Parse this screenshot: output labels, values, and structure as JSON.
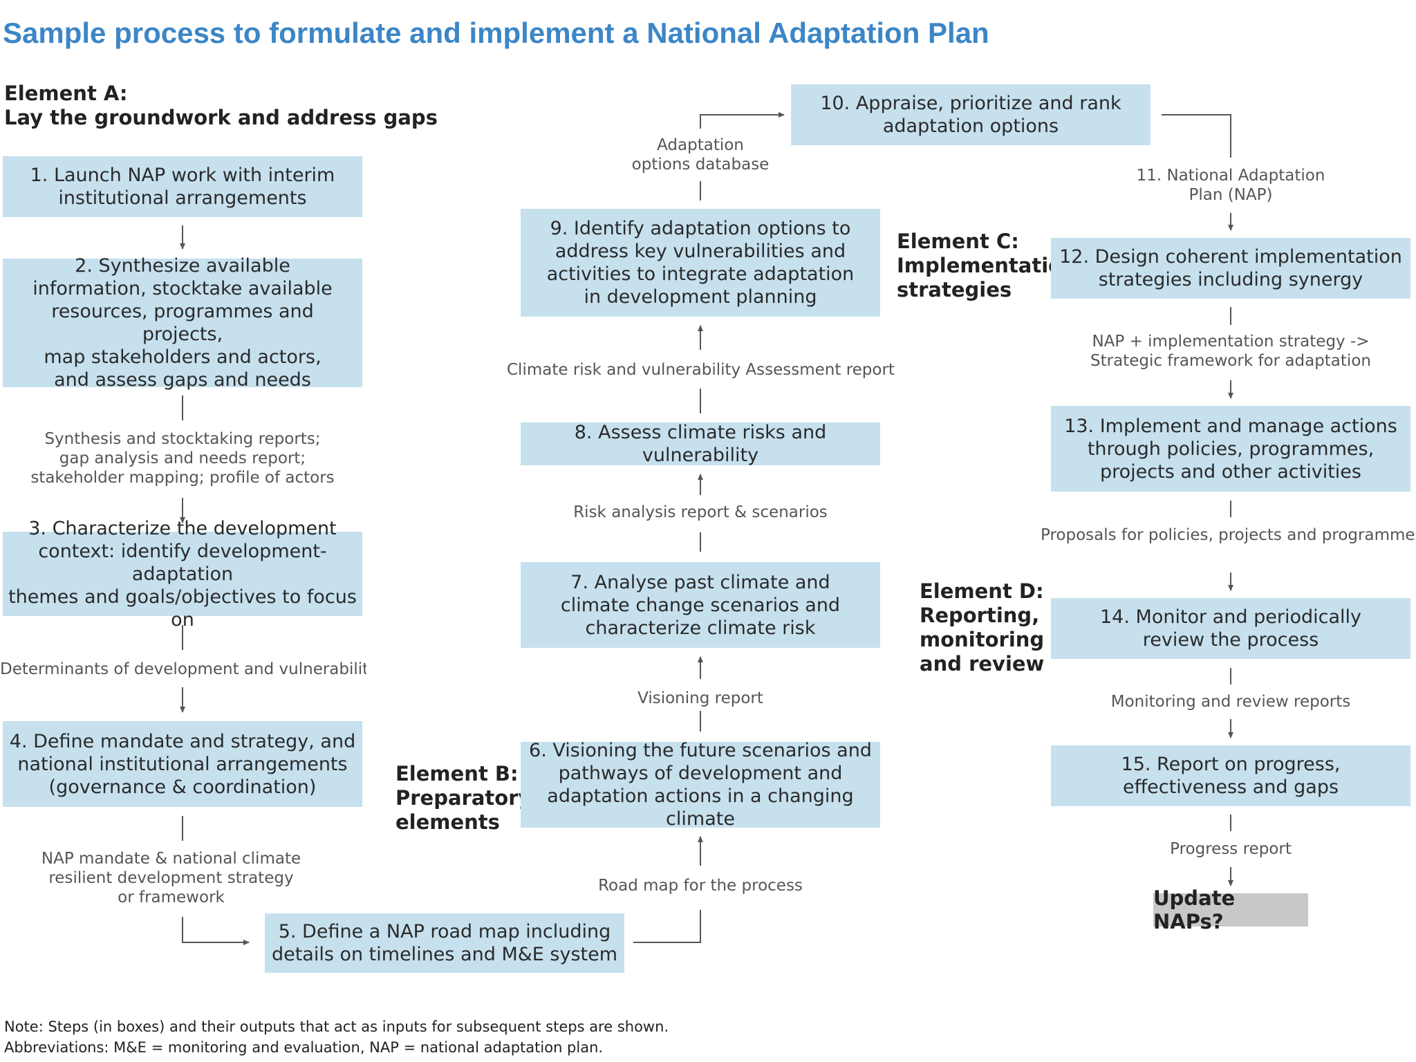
{
  "title": "Sample process to formulate and implement a National Adaptation Plan",
  "elements": {
    "a": "Element A:\nLay the groundwork and address gaps",
    "b": "Element B:\nPreparatory\nelements",
    "c": "Element C:\nImplementation\nstrategies",
    "d": "Element D:\nReporting,\nmonitoring\nand review"
  },
  "steps": {
    "s1": "1. Launch NAP work with interim\ninstitutional arrangements",
    "s2": "2. Synthesize available\ninformation, stocktake available\nresources, programmes and projects,\nmap stakeholders and actors,\nand assess gaps and needs",
    "s3": "3. Characterize the development\ncontext: identify development-adaptation\nthemes and goals/objectives to focus on",
    "s4": "4. Define mandate and strategy, and\nnational institutional arrangements\n(governance & coordination)",
    "s5": "5. Define a NAP road map including\ndetails on timelines and M&E system",
    "s6": "6. Visioning the future scenarios and\npathways of development and\nadaptation actions in a changing climate",
    "s7": "7. Analyse past climate and\nclimate change scenarios and\ncharacterize climate risk",
    "s8": "8. Assess climate risks and vulnerability",
    "s9": "9. Identify adaptation options to\naddress key vulnerabilities and\nactivities to integrate adaptation\nin development planning",
    "s10": "10. Appraise, prioritize and rank\nadaptation options",
    "s12": "12. Design coherent implementation\nstrategies including synergy",
    "s13": "13. Implement and manage actions\nthrough policies, programmes,\nprojects and other activities",
    "s14": "14. Monitor and periodically\nreview the process",
    "s15": "15. Report on progress,\neffectiveness and gaps",
    "update": "Update NAPs?"
  },
  "outputs": {
    "o2": "Synthesis and stocktaking reports;\ngap analysis and needs report;\nstakeholder mapping; profile of actors",
    "o3": "Determinants of  development and vulnerability",
    "o4": "NAP mandate & national climate\nresilient development strategy\nor framework",
    "o5": "Road map for the process",
    "o6": "Visioning report",
    "o7": "Risk analysis report & scenarios",
    "o8": "Climate risk and vulnerability Assessment report",
    "o9": "Adaptation\noptions database",
    "o10": "11. National Adaptation\nPlan (NAP)",
    "o12": "NAP + implementation strategy ->\nStrategic framework for adaptation",
    "o13": "Proposals for policies, projects and programmes;\nInstitutional capacity-building (readiness)",
    "o14": "Monitoring and review reports",
    "o15": "Progress report"
  },
  "note": {
    "line1": "Note: Steps (in boxes) and their outputs that act as inputs for subsequent steps are shown.",
    "line2": "Abbreviations: M&E = monitoring and evaluation, NAP = national adaptation plan."
  },
  "colors": {
    "title": "#3c86c6",
    "box": "#c6e0ee",
    "update_box": "#c8c8c8",
    "connector": "#555555"
  }
}
